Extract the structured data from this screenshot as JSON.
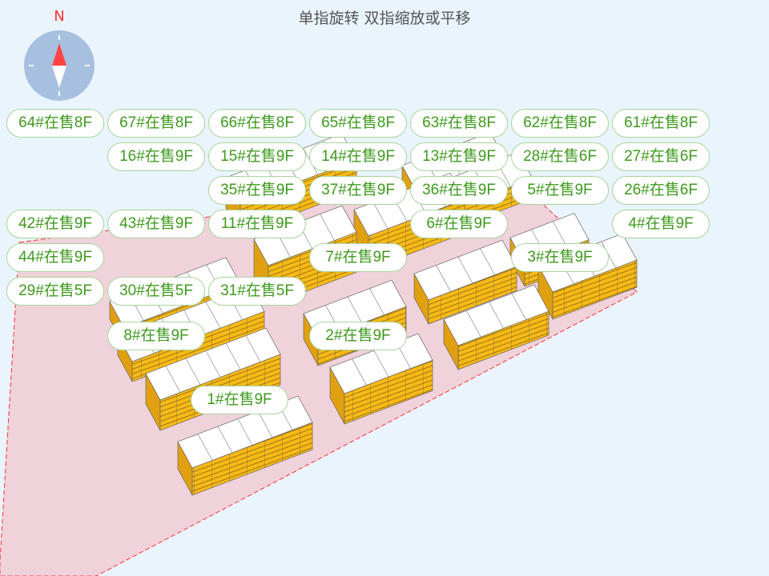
{
  "title": "单指旋转 双指缩放或平移",
  "compass": {
    "north_label": "N",
    "north_color": "#ff4444",
    "body_color": "#a8c0e0"
  },
  "colors": {
    "background": "#eaf4fd",
    "ground": "#efd2da",
    "facade": "#f7b917",
    "label_text": "#3f9a1e"
  },
  "labels": [
    {
      "text": "61#在售8F"
    },
    {
      "text": "62#在售8F"
    },
    {
      "text": "63#在售8F"
    },
    {
      "text": "65#在售8F"
    },
    {
      "text": "66#在售8F"
    },
    {
      "text": "67#在售8F"
    },
    {
      "text": "13#在售9F"
    },
    {
      "text": "14#在售9F"
    },
    {
      "text": "64#在售8F"
    },
    {
      "text": "15#在售9F"
    },
    {
      "text": "16#在售9F"
    },
    {
      "text": "26#在售6F"
    },
    {
      "text": "27#在售6F"
    },
    {
      "text": "28#在售6F"
    },
    {
      "text": "36#在售9F"
    },
    {
      "text": "37#在售9F"
    },
    {
      "text": "5#在售9F"
    },
    {
      "text": "35#在售9F"
    },
    {
      "text": "11#在售9F"
    },
    {
      "text": "6#在售9F"
    },
    {
      "text": "4#在售9F"
    },
    {
      "text": "43#在售9F"
    },
    {
      "text": "42#在售9F"
    },
    {
      "text": "44#在售9F"
    },
    {
      "text": "7#在售9F"
    },
    {
      "text": "3#在售9F"
    },
    {
      "text": "31#在售5F"
    },
    {
      "text": "30#在售5F"
    },
    {
      "text": "29#在售5F"
    },
    {
      "text": "8#在售9F"
    },
    {
      "text": "2#在售9F"
    },
    {
      "text": "1#在售9F"
    }
  ]
}
